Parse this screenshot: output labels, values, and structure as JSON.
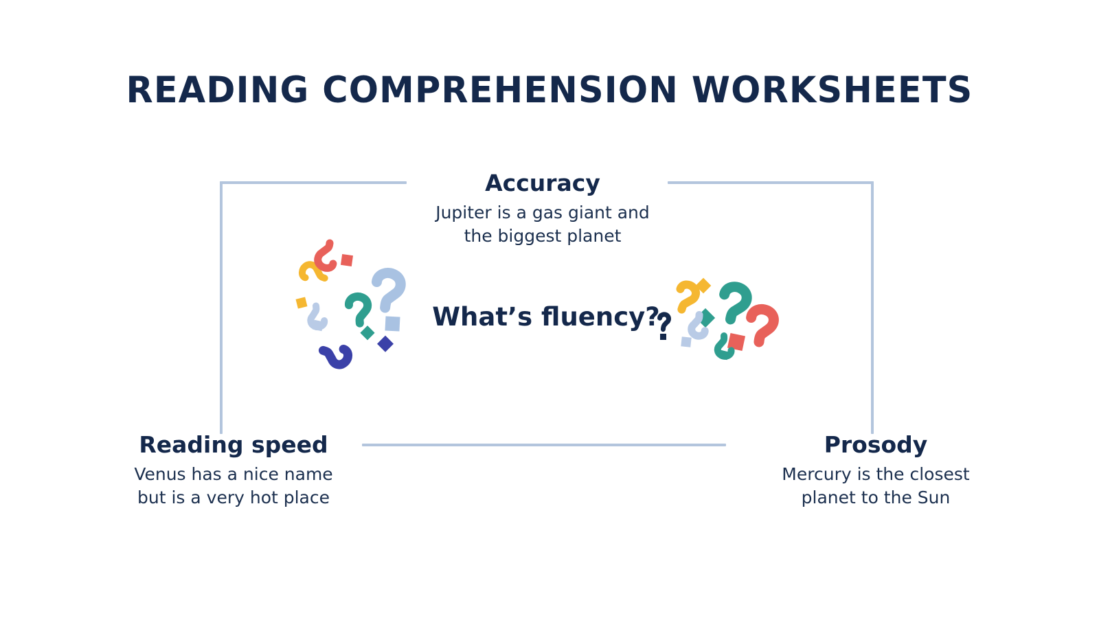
{
  "slide": {
    "title": "READING COMPREHENSION WORKSHEETS",
    "background_color": "#ffffff"
  },
  "theme": {
    "navy": "#14284b",
    "body_text": "#1b2f4e",
    "frame_line": "#b3c5dd"
  },
  "center": {
    "question": "What’s fluency?"
  },
  "blocks": [
    {
      "id": "accuracy",
      "heading": "Accuracy",
      "body_line_1": "Jupiter is a gas giant and",
      "body_line_2": "the biggest planet",
      "position": "top-center"
    },
    {
      "id": "reading-speed",
      "heading": "Reading speed",
      "body_line_1": "Venus has a nice name",
      "body_line_2": "but is a very hot place",
      "position": "bottom-left"
    },
    {
      "id": "prosody",
      "heading": "Prosody",
      "body_line_1": "Mercury is the closest",
      "body_line_2": "planet to the Sun",
      "position": "bottom-right"
    }
  ],
  "decoration": {
    "icon_name": "question-marks-cluster",
    "clusters": [
      "left",
      "right"
    ],
    "palette": {
      "red": "#e8615a",
      "yellow": "#f5b731",
      "teal": "#2f9e8f",
      "light_blue": "#a9c2e2",
      "pale_blue": "#b9cbe6",
      "indigo": "#3b41a8"
    }
  }
}
